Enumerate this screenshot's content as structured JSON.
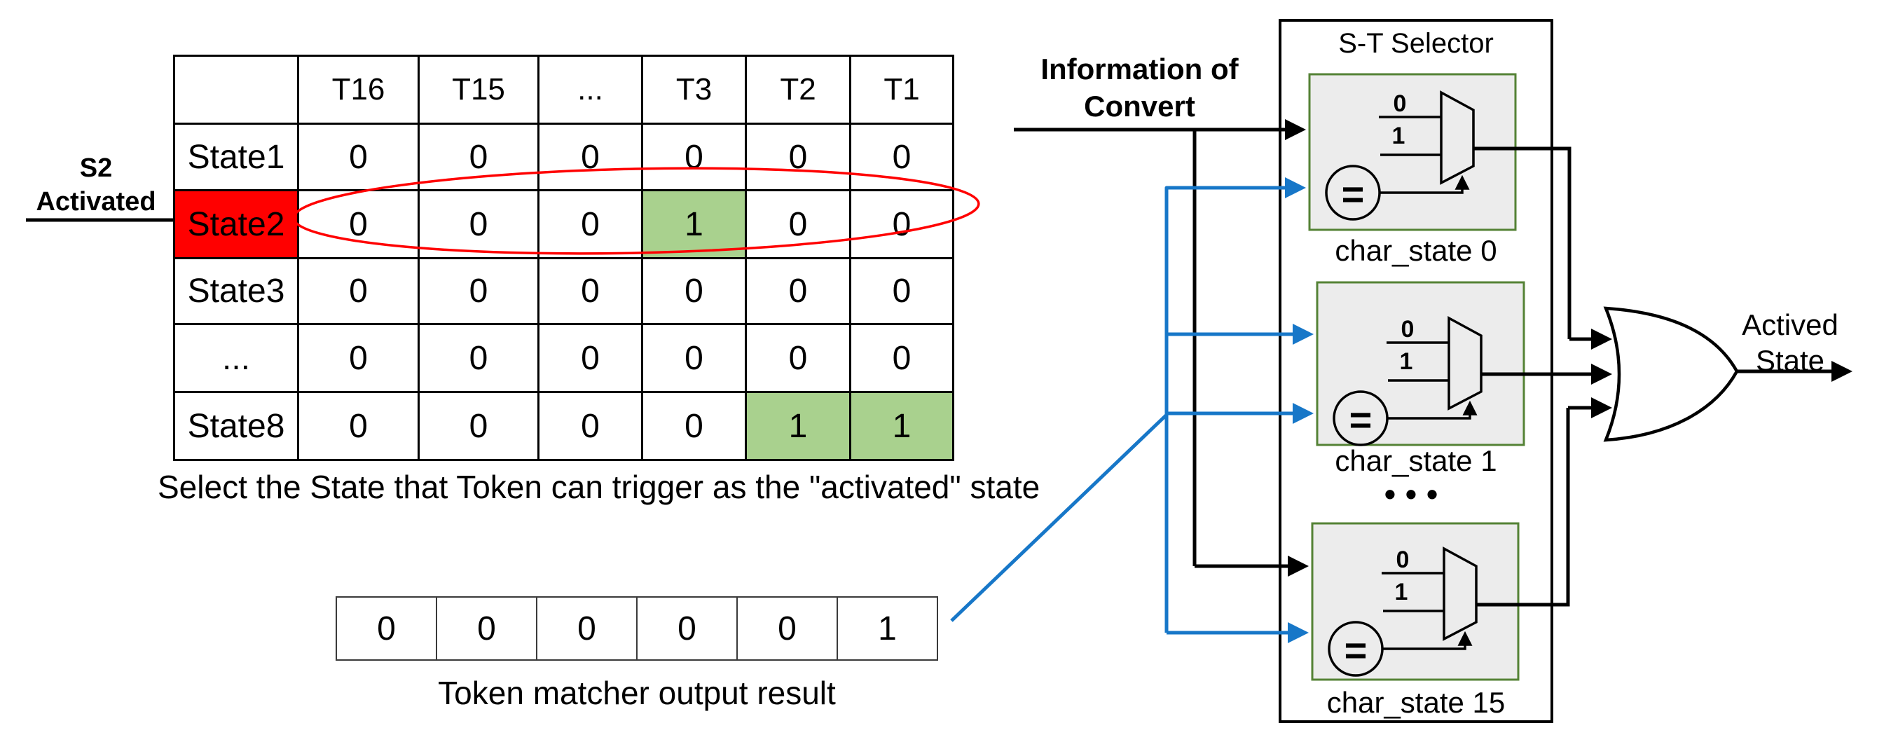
{
  "left_panel": {
    "activation_label": {
      "line1": "S2",
      "line2": "Activated"
    },
    "caption": "Select the State that Token can trigger as the \"activated\" state"
  },
  "state_table": {
    "columns": [
      "",
      "T16",
      "T15",
      "...",
      "T3",
      "T2",
      "T1"
    ],
    "rows": [
      {
        "label": "State1",
        "cells": [
          {
            "v": "0"
          },
          {
            "v": "0"
          },
          {
            "v": "0"
          },
          {
            "v": "0"
          },
          {
            "v": "0"
          },
          {
            "v": "0"
          }
        ]
      },
      {
        "label": "State2",
        "label_bg": "red",
        "cells": [
          {
            "v": "0"
          },
          {
            "v": "0"
          },
          {
            "v": "0"
          },
          {
            "v": "1",
            "bg": "green"
          },
          {
            "v": "0"
          },
          {
            "v": "0"
          }
        ]
      },
      {
        "label": "State3",
        "cells": [
          {
            "v": "0"
          },
          {
            "v": "0"
          },
          {
            "v": "0"
          },
          {
            "v": "0"
          },
          {
            "v": "0"
          },
          {
            "v": "0"
          }
        ]
      },
      {
        "label": "...",
        "cells": [
          {
            "v": "0"
          },
          {
            "v": "0"
          },
          {
            "v": "0"
          },
          {
            "v": "0"
          },
          {
            "v": "0"
          },
          {
            "v": "0"
          }
        ]
      },
      {
        "label": "State8",
        "cells": [
          {
            "v": "0"
          },
          {
            "v": "0"
          },
          {
            "v": "0"
          },
          {
            "v": "0"
          },
          {
            "v": "1",
            "bg": "green"
          },
          {
            "v": "1",
            "bg": "green"
          }
        ]
      }
    ]
  },
  "token_row": {
    "cells": [
      "0",
      "0",
      "0",
      "0",
      "0",
      "1"
    ],
    "label": "Token matcher output result"
  },
  "convert_label": {
    "line1": "Information of",
    "line2": "Convert"
  },
  "selector": {
    "title": "S-T Selector",
    "units": [
      {
        "label": "char_state 0"
      },
      {
        "label": "char_state 1"
      },
      {
        "label": "char_state 15"
      }
    ],
    "mux_input_0": "0",
    "mux_input_1": "1",
    "comparator_symbol": "=",
    "ellipsis": "•••"
  },
  "output_label": {
    "line1": "Actived",
    "line2": "State"
  },
  "colors": {
    "highlight_red": "#FF0000",
    "highlight_green": "#A9D18E",
    "wire_blue": "#1777C8",
    "unit_border_green": "#548235",
    "unit_fill": "#ECECEC",
    "ellipse_red": "#FF0000"
  }
}
